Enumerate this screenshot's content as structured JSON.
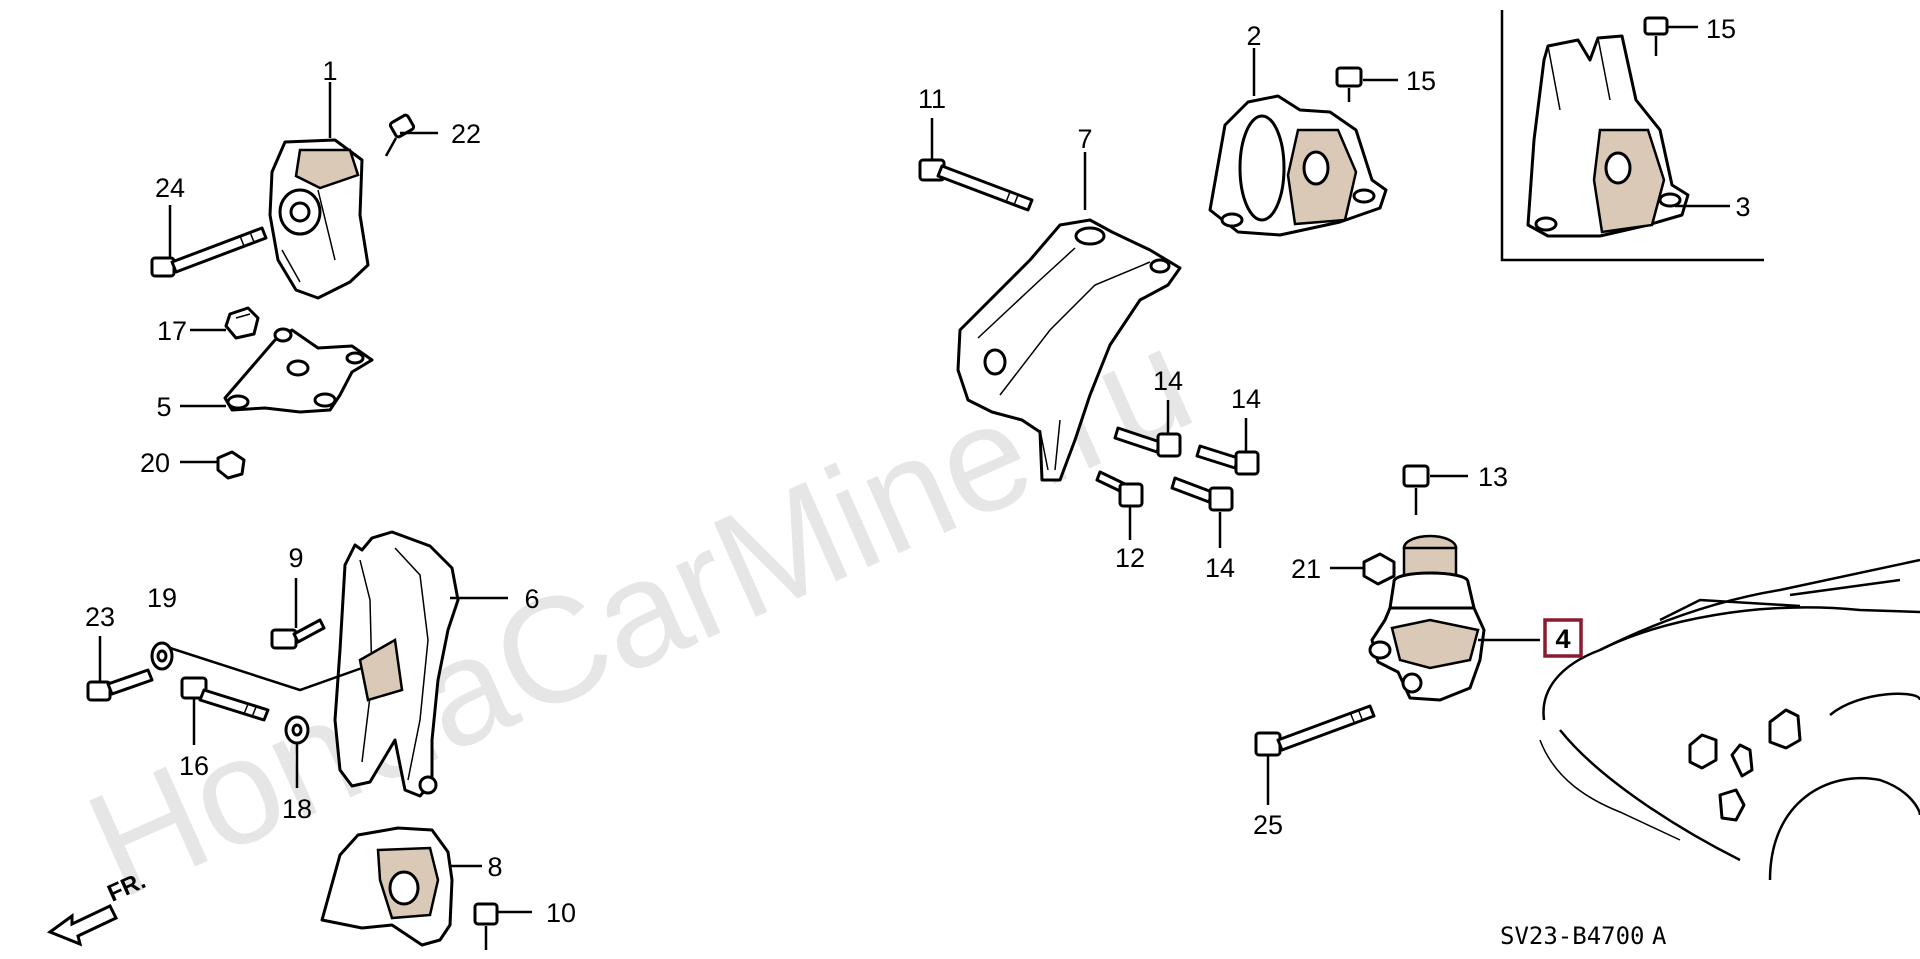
{
  "watermark": "HondaCarMine.ru",
  "diagram_code": "SV23-B4700",
  "diagram_code_suffix": "A",
  "direction_label": "FR.",
  "highlight_color": "#8a1a2e",
  "callouts": [
    {
      "id": "c1",
      "text": "1"
    },
    {
      "id": "c2",
      "text": "2"
    },
    {
      "id": "c3",
      "text": "3"
    },
    {
      "id": "c4",
      "text": "4",
      "highlighted": true
    },
    {
      "id": "c5",
      "text": "5"
    },
    {
      "id": "c6",
      "text": "6"
    },
    {
      "id": "c7",
      "text": "7"
    },
    {
      "id": "c8",
      "text": "8"
    },
    {
      "id": "c9",
      "text": "9"
    },
    {
      "id": "c10",
      "text": "10"
    },
    {
      "id": "c11",
      "text": "11"
    },
    {
      "id": "c12",
      "text": "12"
    },
    {
      "id": "c13",
      "text": "13"
    },
    {
      "id": "c14a",
      "text": "14"
    },
    {
      "id": "c14b",
      "text": "14"
    },
    {
      "id": "c14c",
      "text": "14"
    },
    {
      "id": "c15a",
      "text": "15"
    },
    {
      "id": "c15b",
      "text": "15"
    },
    {
      "id": "c16",
      "text": "16"
    },
    {
      "id": "c17",
      "text": "17"
    },
    {
      "id": "c18",
      "text": "18"
    },
    {
      "id": "c19",
      "text": "19"
    },
    {
      "id": "c20",
      "text": "20"
    },
    {
      "id": "c21",
      "text": "21"
    },
    {
      "id": "c22",
      "text": "22"
    },
    {
      "id": "c23",
      "text": "23"
    },
    {
      "id": "c24",
      "text": "24"
    },
    {
      "id": "c25",
      "text": "25"
    }
  ]
}
